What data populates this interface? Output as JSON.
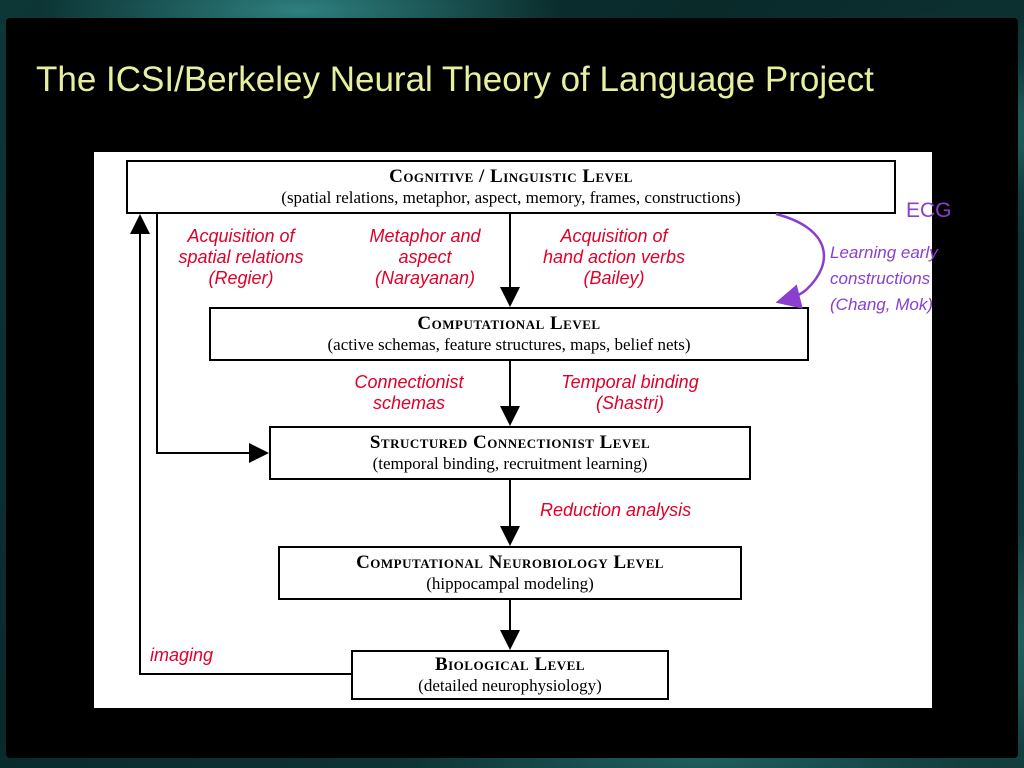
{
  "title": "The ICSI/Berkeley Neural Theory of Language Project",
  "levels": [
    {
      "title": "Cognitive / Linguistic Level",
      "subtitle": "(spatial relations, metaphor, aspect, memory, frames, constructions)"
    },
    {
      "title": "Computational Level",
      "subtitle": "(active schemas, feature structures, maps, belief nets)"
    },
    {
      "title": "Structured Connectionist Level",
      "subtitle": "(temporal binding, recruitment learning)"
    },
    {
      "title": "Computational Neurobiology Level",
      "subtitle": "(hippocampal modeling)"
    },
    {
      "title": "Biological Level",
      "subtitle": "(detailed neurophysiology)"
    }
  ],
  "annotations": {
    "acq_spatial": [
      "Acquisition of",
      "spatial relations",
      "(Regier)"
    ],
    "metaphor": [
      "Metaphor and",
      "aspect",
      "(Narayanan)"
    ],
    "acq_hand": [
      "Acquisition of",
      "hand action verbs",
      "(Bailey)"
    ],
    "connectionist": [
      "Connectionist",
      "schemas"
    ],
    "temporal": [
      "Temporal binding",
      "(Shastri)"
    ],
    "reduction": "Reduction analysis",
    "imaging": "imaging"
  },
  "ecg": {
    "label": "ECG",
    "lines": [
      "Learning early",
      "constructions",
      "(Chang, Mok)"
    ]
  },
  "colors": {
    "title": "#e8f0a0",
    "annotation_red": "#e0002a",
    "ecg_purple": "#8a3fd0",
    "background_teal": "#123f3f"
  }
}
